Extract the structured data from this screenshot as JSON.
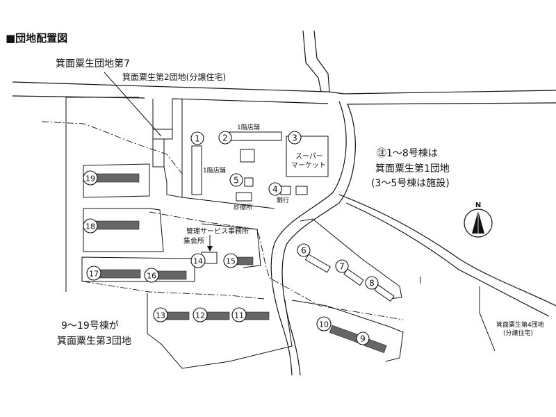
{
  "header": {
    "title": "■団地配置図"
  },
  "labels": {
    "danchi7": "箕面粟生団地第7",
    "danchi2": "箕面粟生第2団地(分譲住宅)",
    "shop1f_top": "1階店舗",
    "shop1f_left": "1階店舗",
    "supermarket_line1": "スーパー",
    "supermarket_line2": "マーケット",
    "clinic": "診療所",
    "bank": "銀行",
    "office": "管理サービス事務所",
    "hall": "集会所",
    "note_line1": "㊟1～8号棟は",
    "note_line2": "箕面粟生第1団地",
    "note_line3": "(3～5号棟は施設)",
    "north": "N",
    "danchi3_line1": "9～19号棟が",
    "danchi3_line2": "箕面粟生第3団地",
    "danchi4_line1": "箕面粟生第4団地",
    "danchi4_line2": "(分譲住宅)"
  },
  "buildings": [
    "1",
    "2",
    "3",
    "4",
    "5",
    "6",
    "7",
    "8",
    "9",
    "10",
    "11",
    "12",
    "13",
    "14",
    "15",
    "16",
    "17",
    "18",
    "19"
  ]
}
